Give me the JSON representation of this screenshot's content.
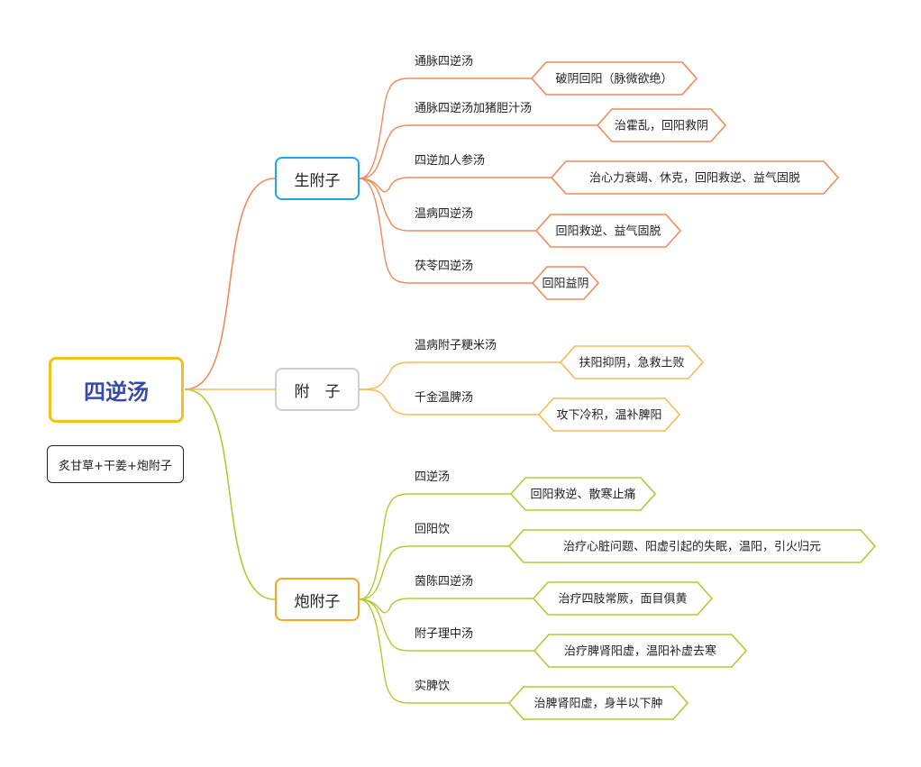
{
  "root": {
    "title": "四逆汤",
    "note": "炙甘草+干姜+炮附子"
  },
  "colors": {
    "shengfuzi": "#f08a5d",
    "fuzi": "#f7b955",
    "paofuzi": "#b5c832",
    "root_border": "#f2c21b",
    "root_text": "#3949ab"
  },
  "branches": [
    {
      "name": "生附子",
      "color": "#f08a5d",
      "children": [
        {
          "label": "通脉四逆汤",
          "effect": "破阴回阳（脉微欲绝）"
        },
        {
          "label": "通脉四逆汤加猪胆汁汤",
          "effect": "治霍乱，回阳救阴"
        },
        {
          "label": "四逆加人参汤",
          "effect": "治心力衰竭、休克，回阳救逆、益气固脱"
        },
        {
          "label": "温病四逆汤",
          "effect": "回阳救逆、益气固脱"
        },
        {
          "label": "茯苓四逆汤",
          "effect": "回阳益阴"
        }
      ]
    },
    {
      "name": "附　子",
      "color": "#f7b955",
      "children": [
        {
          "label": "温病附子粳米汤",
          "effect": "扶阳抑阴，急救土败"
        },
        {
          "label": "千金温脾汤",
          "effect": "攻下冷积，温补脾阳"
        }
      ]
    },
    {
      "name": "炮附子",
      "color": "#b5c832",
      "children": [
        {
          "label": "四逆汤",
          "effect": "回阳救逆、散寒止痛"
        },
        {
          "label": "回阳饮",
          "effect": "治疗心脏问题、阳虚引起的失眠，温阳，引火归元"
        },
        {
          "label": "茵陈四逆汤",
          "effect": "治疗四肢常厥，面目俱黄"
        },
        {
          "label": "附子理中汤",
          "effect": "治疗脾肾阳虚，温阳补虚去寒"
        },
        {
          "label": "实脾饮",
          "effect": "治脾肾阳虚，身半以下肿"
        }
      ]
    }
  ]
}
